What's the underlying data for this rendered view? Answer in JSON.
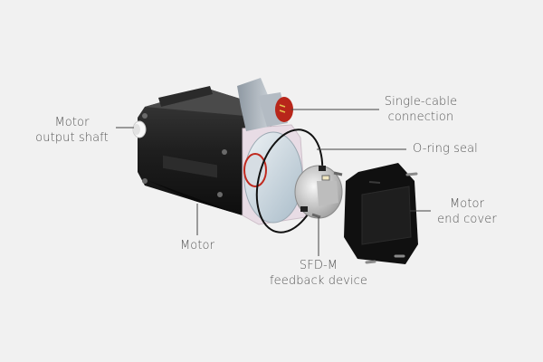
{
  "diagram": {
    "title": "Exploded view of servo motor",
    "background_color": "#f1f1f1",
    "leader_color": "#444444",
    "labels": {
      "output_shaft": [
        "Motor",
        "output shaft"
      ],
      "single_cable": [
        "Single-cable",
        "connection"
      ],
      "o_ring": [
        "O-ring seal"
      ],
      "end_cover": [
        "Motor",
        "end cover"
      ],
      "motor": [
        "Motor"
      ],
      "feedback": [
        "SFD-M",
        "feedback device"
      ]
    },
    "colors": {
      "motor_body": "#1c1c1c",
      "motor_highlight": "#3a3a3a",
      "flange": "#e9dde6",
      "connector_body": "#a9b2bb",
      "connector_plug": "#b8261a",
      "bore": "#c9d6df",
      "shaft": "#f4f4f4",
      "feedback_device": "#d8d8d8",
      "end_cover": "#111111",
      "screw": "#8a8a8a"
    }
  }
}
